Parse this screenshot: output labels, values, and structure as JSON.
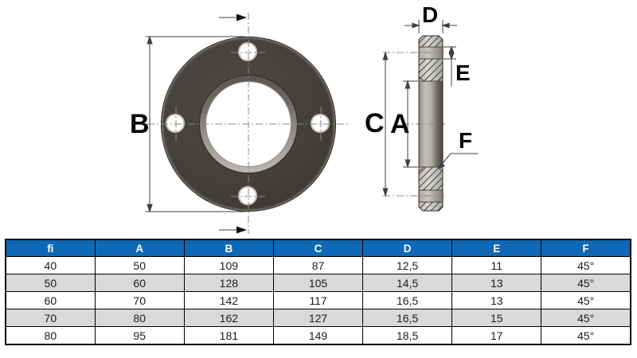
{
  "drawing": {
    "labels": {
      "B": "B",
      "C": "C",
      "A": "A",
      "D": "D",
      "E": "E",
      "F": "F"
    }
  },
  "table": {
    "headers": [
      "fi",
      "A",
      "B",
      "C",
      "D",
      "E",
      "F"
    ],
    "rows": [
      [
        "40",
        "50",
        "109",
        "87",
        "12,5",
        "11",
        "45°"
      ],
      [
        "50",
        "60",
        "128",
        "105",
        "14,5",
        "13",
        "45°"
      ],
      [
        "60",
        "70",
        "142",
        "117",
        "16,5",
        "13",
        "45°"
      ],
      [
        "70",
        "80",
        "162",
        "127",
        "16,5",
        "15",
        "45°"
      ],
      [
        "80",
        "95",
        "181",
        "149",
        "18,5",
        "17",
        "45°"
      ]
    ]
  },
  "colors": {
    "header_bg": "#0f68b5",
    "header_text": "#ffffff",
    "row_alt": "#d9d9d9",
    "table_border": "#000000"
  }
}
